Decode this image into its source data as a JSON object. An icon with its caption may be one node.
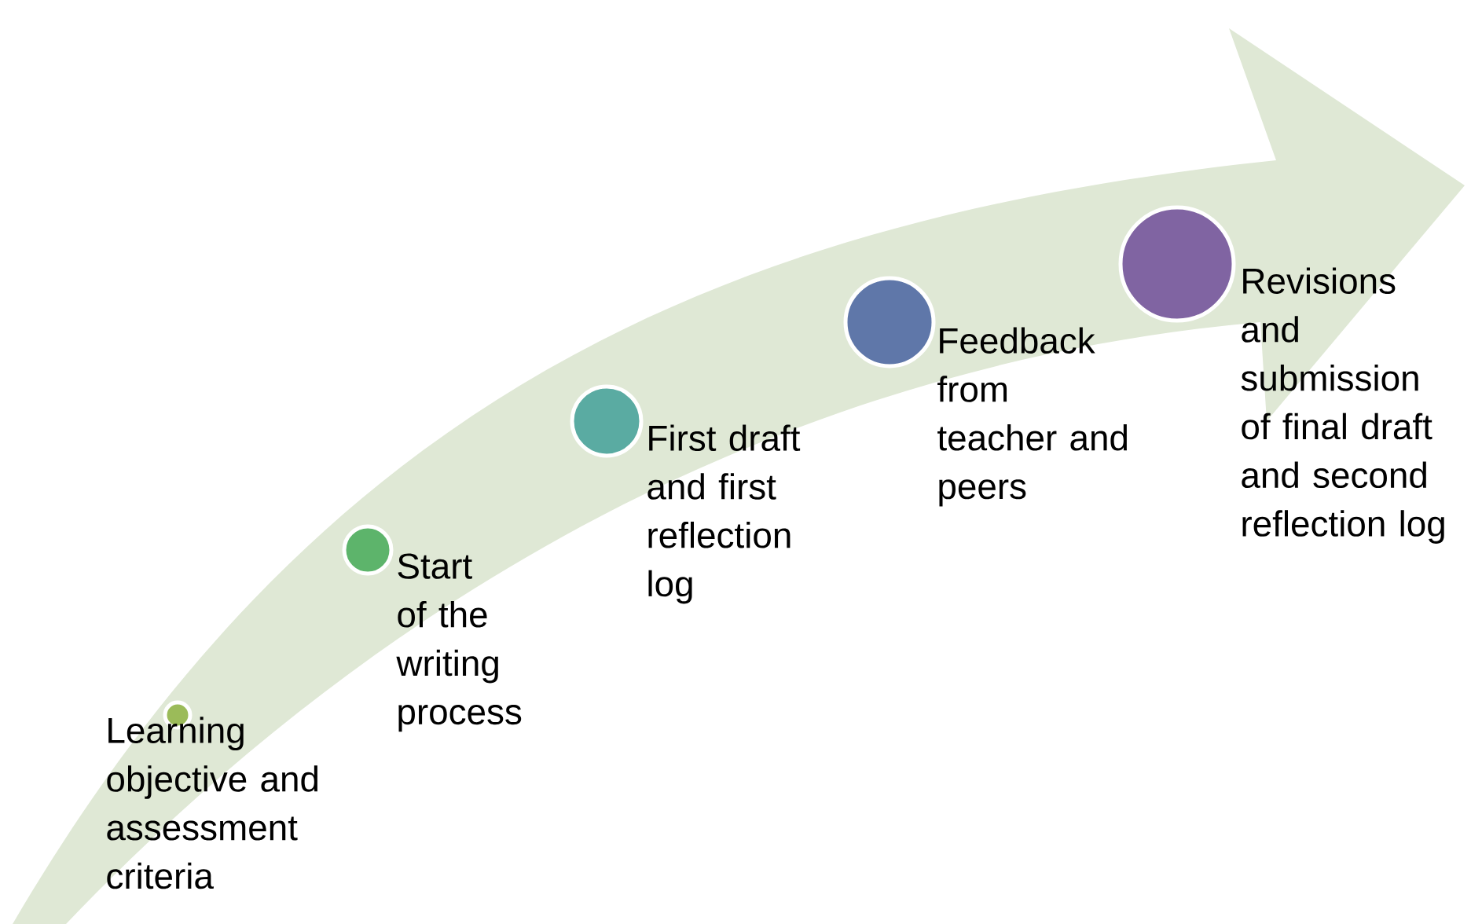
{
  "diagram": {
    "nodes": [
      {
        "text": [],
        "shape": "circle",
        "beside": [
          "Learning objective and assessment criteria"
        ]
      },
      {
        "text": [],
        "shape": "circle",
        "beside": [
          "Start of the writing process"
        ]
      },
      {
        "text": [],
        "shape": "circle",
        "beside": [
          "First draft and first reflection log"
        ]
      },
      {
        "text": [],
        "shape": "circle",
        "beside": [
          "Feedback from teacher and peers"
        ]
      },
      {
        "text": [],
        "shape": "circle",
        "beside": [
          "Revisions and submission of final draft and second reflection log"
        ]
      }
    ]
  }
}
